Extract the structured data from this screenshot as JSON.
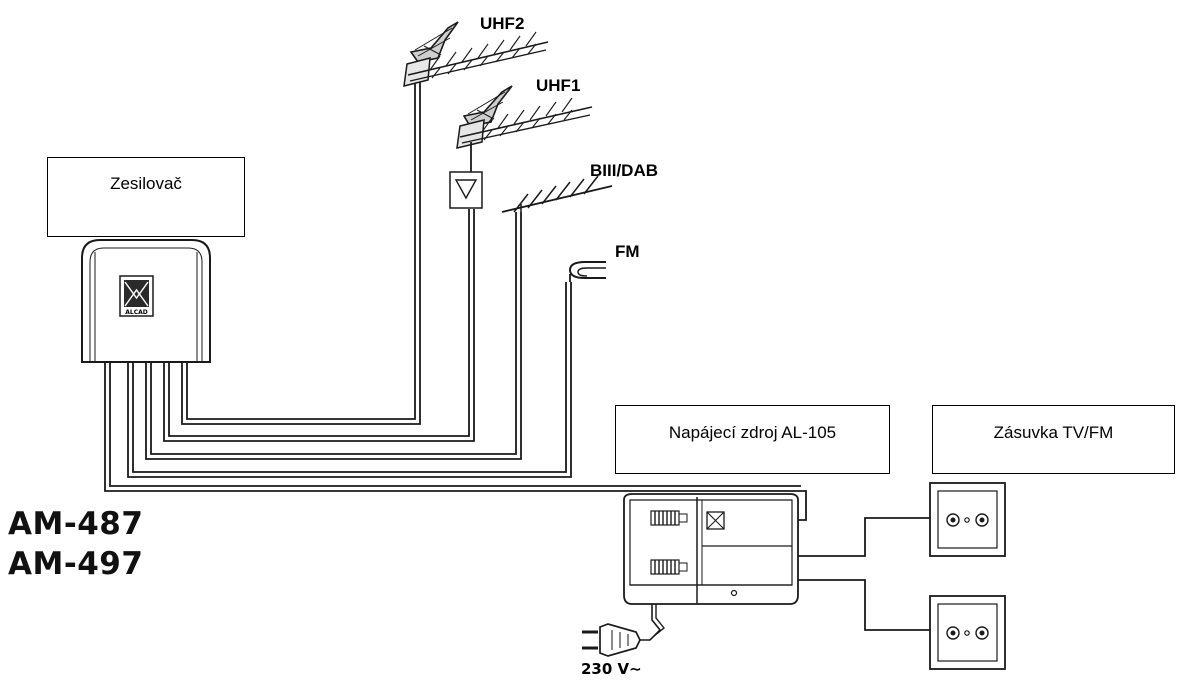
{
  "boxes": {
    "amplifier": "Zesilovač",
    "power_supply": "Napájecí zdroj AL-105",
    "socket": "Zásuvka TV/FM"
  },
  "antennas": {
    "uhf2": "UHF2",
    "uhf1": "UHF1",
    "biii_dab": "BIII/DAB",
    "fm": "FM"
  },
  "models": [
    "AM-487",
    "AM-497"
  ],
  "voltage": "230 V∼",
  "logo_text": "ALCAD"
}
